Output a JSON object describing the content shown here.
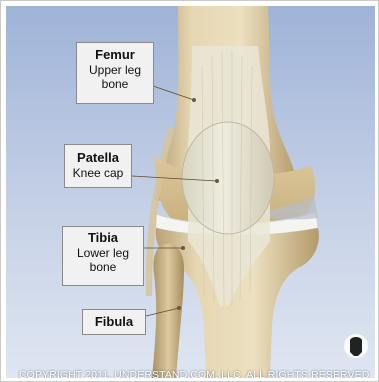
{
  "labels": {
    "femur": {
      "title": "Femur",
      "line1": "Upper leg",
      "line2": "bone"
    },
    "patella": {
      "title": "Patella",
      "line1": "Knee cap"
    },
    "tibia": {
      "title": "Tibia",
      "line1": "Lower leg",
      "line2": "bone"
    },
    "fibula": {
      "title": "Fibula"
    }
  },
  "copyright": "COPYRIGHT 2011, UNDERSTAND.COM, LLC. ALL RIGHTS RESERVED",
  "colors": {
    "background_top": "#9fb3d8",
    "background_bottom": "#dfe6f2",
    "bone": "#e6d7b3",
    "bone_shadow": "#b59c6c",
    "patella": "#e7e4d2",
    "cartilage": "#f4f4f0",
    "label_fill": "#f1f1f1",
    "label_border": "#8a8a8a"
  }
}
